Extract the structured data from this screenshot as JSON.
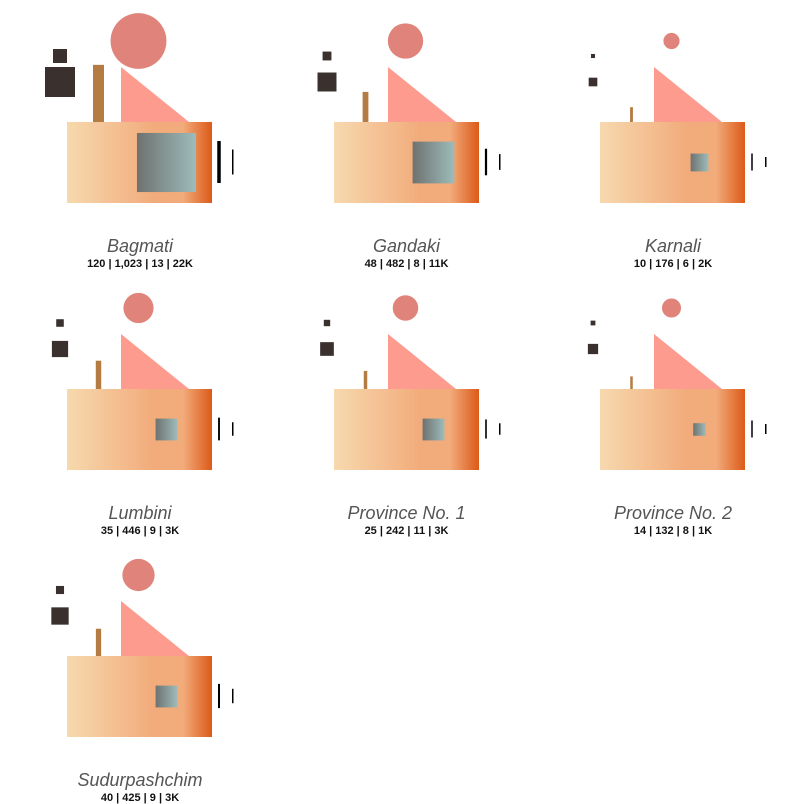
{
  "chart_data": {
    "type": "glyph",
    "title": "",
    "colors": {
      "circle": "#e0837a",
      "triangle": "#fd9b8e",
      "bar": "#b47c42",
      "square": "#3a302e",
      "line": "#000000",
      "body_start": "#f6d9ae",
      "body_mid": "#f2ab7b",
      "body_end": "#dc5a18",
      "inner_start": "#6e7270",
      "inner_end": "#9dbcba"
    },
    "items": [
      {
        "name": "Bagmati",
        "values": [
          120,
          1023,
          13,
          22
        ],
        "stats": "120 | 1,023 | 13 | 22K"
      },
      {
        "name": "Gandaki",
        "values": [
          48,
          482,
          8,
          11
        ],
        "stats": "48 | 482 | 8 | 11K"
      },
      {
        "name": "Karnali",
        "values": [
          10,
          176,
          6,
          2
        ],
        "stats": "10 | 176 | 6 | 2K"
      },
      {
        "name": "Lumbini",
        "values": [
          35,
          446,
          9,
          3
        ],
        "stats": "35 | 446 | 9 | 3K"
      },
      {
        "name": "Province No. 1",
        "values": [
          25,
          242,
          11,
          3
        ],
        "stats": "25 | 242 | 11 | 3K"
      },
      {
        "name": "Province No. 2",
        "values": [
          14,
          132,
          8,
          1
        ],
        "stats": "14 | 132 | 8 | 1K"
      },
      {
        "name": "Sudurpashchim",
        "values": [
          40,
          425,
          9,
          3
        ],
        "stats": "40 | 425 | 9 | 3K"
      }
    ]
  }
}
